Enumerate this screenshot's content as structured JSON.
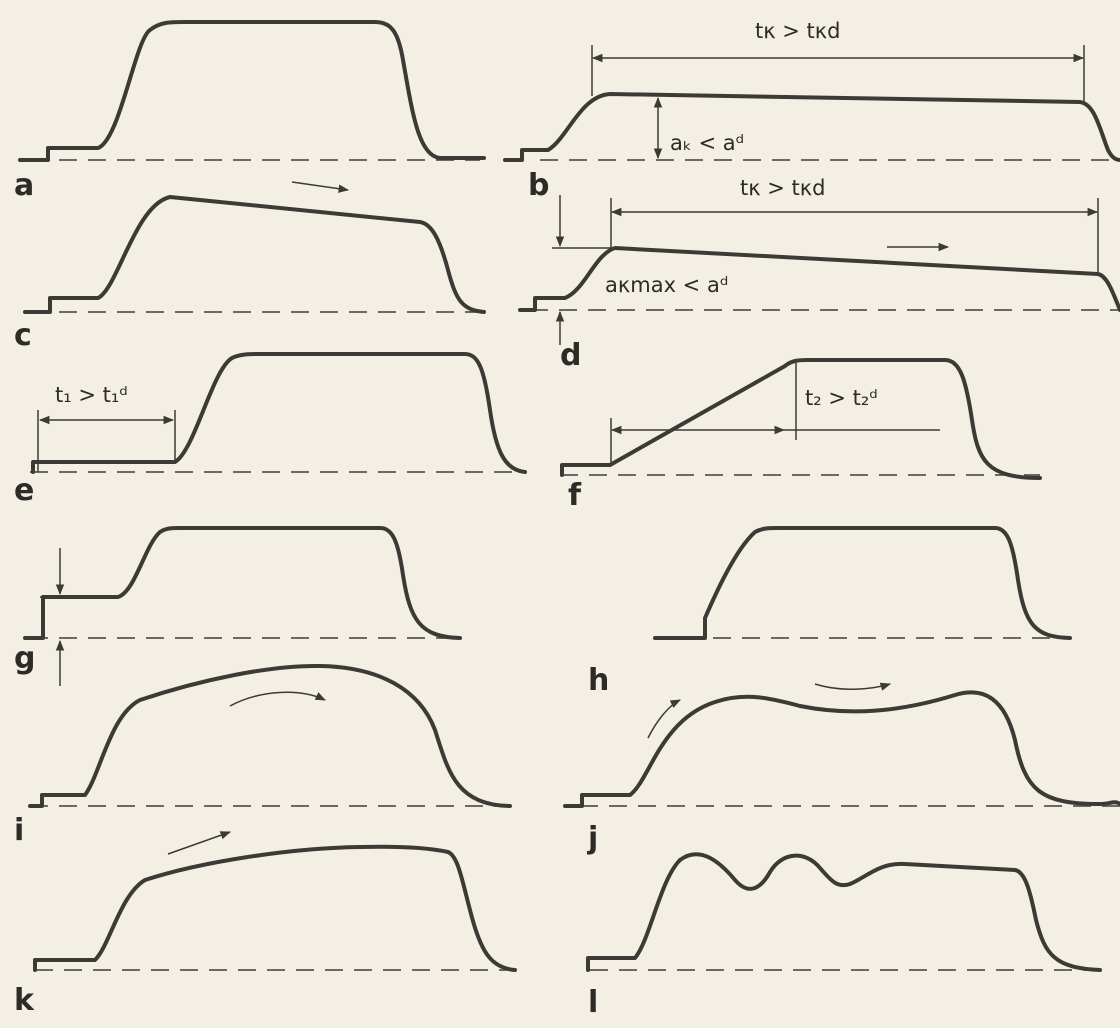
{
  "panels": [
    {
      "label": "a"
    },
    {
      "label": "b"
    },
    {
      "label": "c"
    },
    {
      "label": "d"
    },
    {
      "label": "e"
    },
    {
      "label": "f"
    },
    {
      "label": "g"
    },
    {
      "label": "h"
    },
    {
      "label": "i"
    },
    {
      "label": "j"
    },
    {
      "label": "k"
    },
    {
      "label": "l"
    }
  ],
  "annotations": {
    "b_time": "tκ  >  tκd",
    "b_amp": "aₖ < aᵈ",
    "d_time": "tκ   >   tκd",
    "d_amp": "aκmax < aᵈ",
    "e_time": "t₁ > t₁ᵈ",
    "f_time": "t₂ > t₂ᵈ"
  },
  "colors": {
    "paper": "#f3efe4",
    "ink": "#3c3a37"
  }
}
